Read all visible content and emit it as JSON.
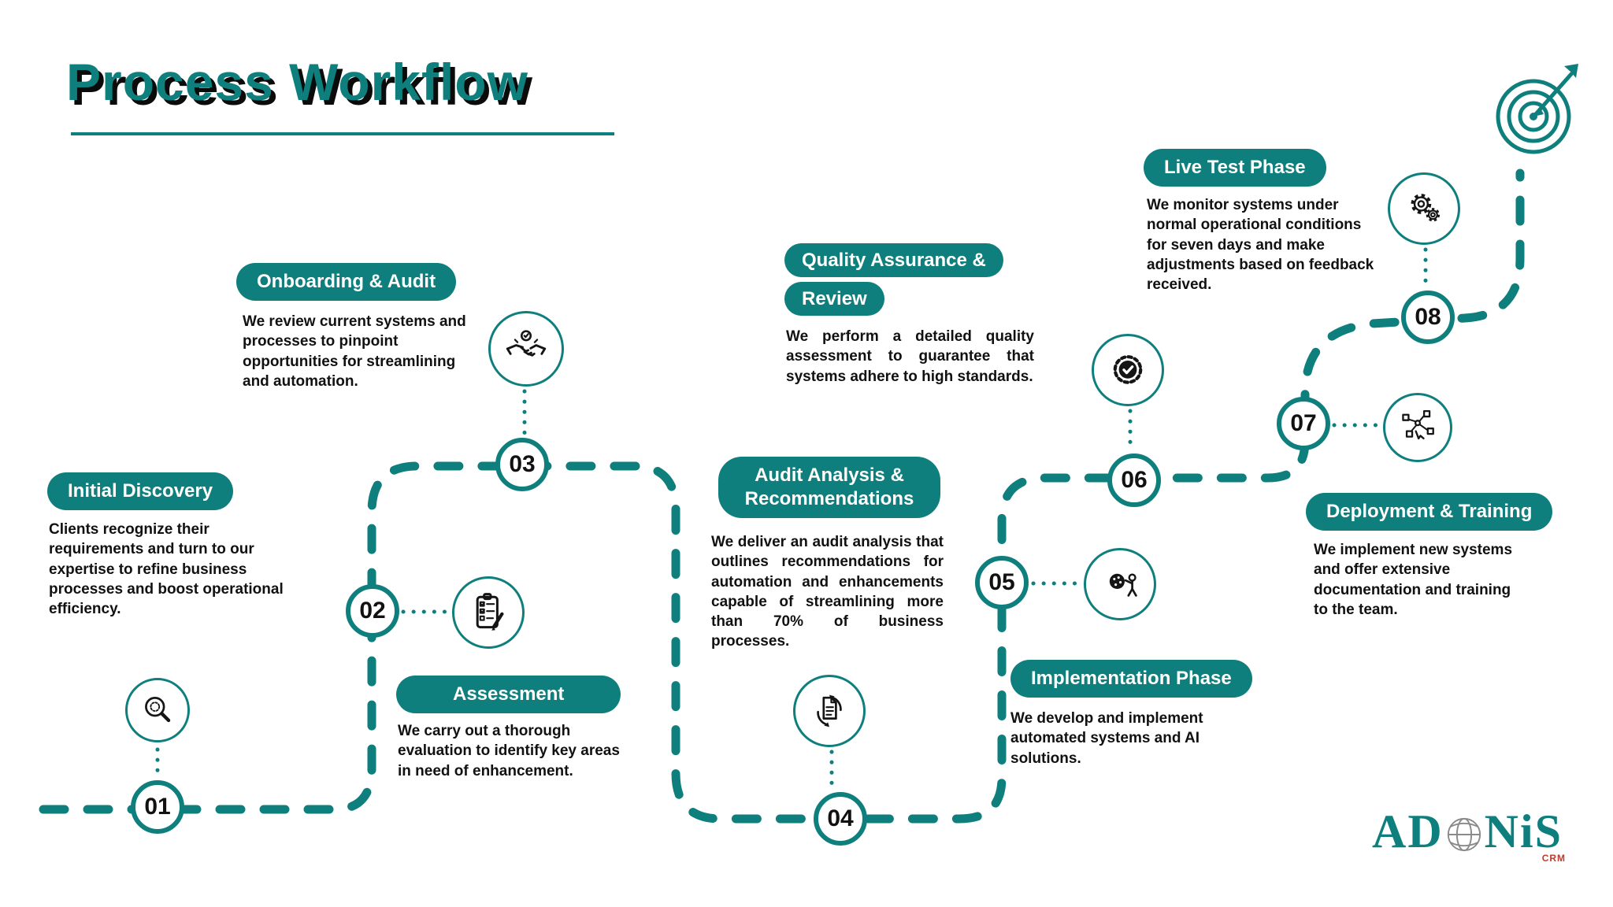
{
  "page": {
    "title": "Process Workflow"
  },
  "colors": {
    "accent": "#0E7F7D",
    "ink": "#111111",
    "background": "#FFFFFF",
    "badge_text": "#FFFFFF",
    "crm_red": "#C0392B"
  },
  "steps": [
    {
      "number": "01",
      "title": "Initial Discovery",
      "icon": "search-icon",
      "description": "Clients recognize their requirements and turn to our expertise to refine business processes and boost operational efficiency."
    },
    {
      "number": "02",
      "title": "Assessment",
      "icon": "checklist-icon",
      "description": "We carry out a thorough evaluation to identify key areas in need of enhancement."
    },
    {
      "number": "03",
      "title": "Onboarding & Audit",
      "icon": "handshake-icon",
      "description": "We review current systems and processes to pinpoint opportunities for streamlining and automation."
    },
    {
      "number": "04",
      "title": "Audit Analysis & Recommendations",
      "icon": "document-refresh-icon",
      "description": "We deliver an audit analysis that outlines recommendations for automation and enhancements capable of streamlining more than 70% of business processes."
    },
    {
      "number": "05",
      "title": "Implementation Phase",
      "icon": "ai-automation-icon",
      "description": "We develop and implement automated systems and AI solutions."
    },
    {
      "number": "06",
      "title": "Quality Assurance & Review",
      "icon": "quality-seal-icon",
      "description": "We perform a detailed quality assessment to guarantee that systems adhere to high standards."
    },
    {
      "number": "07",
      "title": "Deployment & Training",
      "icon": "deployment-network-icon",
      "description": "We implement new systems and offer extensive documentation and training to the team."
    },
    {
      "number": "08",
      "title": "Live Test Phase",
      "icon": "gears-icon",
      "description": "We monitor systems under normal operational conditions for seven days and make adjustments based on feedback received."
    }
  ],
  "goal": {
    "icon": "target-dart-icon"
  },
  "brand": {
    "prefix": "AD",
    "globe": "globe-icon",
    "suffix": "NiS",
    "tagline": "CRM"
  }
}
